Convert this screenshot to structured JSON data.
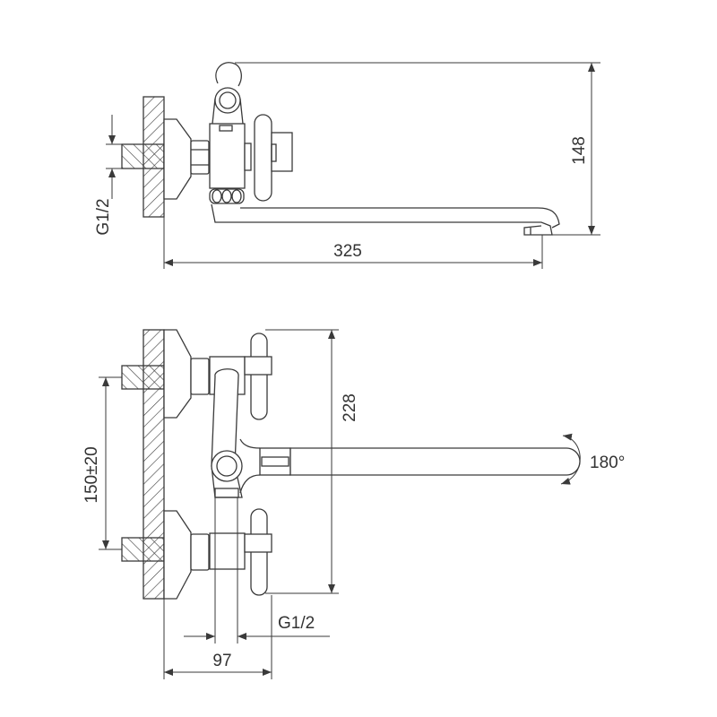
{
  "top_view": {
    "dim_height": "148",
    "dim_length": "325",
    "dim_thread": "G1/2"
  },
  "front_view": {
    "dim_height": "228",
    "dim_centers": "150±20",
    "dim_thread": "G1/2",
    "dim_depth": "97",
    "rotation": "180°"
  }
}
